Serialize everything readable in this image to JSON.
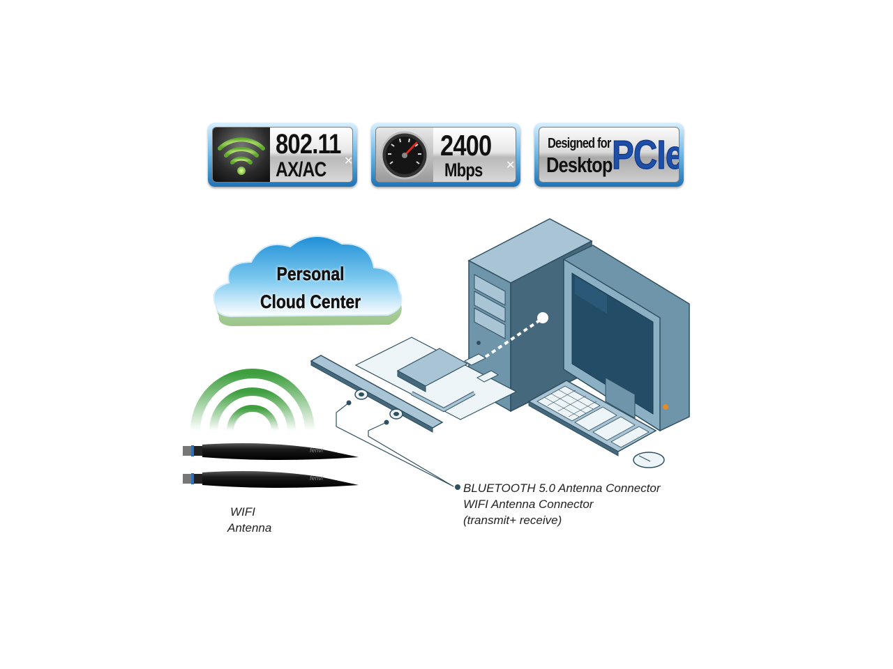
{
  "badges": {
    "wifi": {
      "line1": "802.11",
      "line2": "AX/AC",
      "icon": "wifi-icon"
    },
    "speed": {
      "line1": "2400",
      "line2": "Mbps",
      "icon": "speedometer-icon"
    },
    "pcie": {
      "line1": "Designed for",
      "line2": "Desktop",
      "brand": "PCIe"
    }
  },
  "cloud": {
    "line1": "Personal",
    "line2": "Cloud Center"
  },
  "antenna": {
    "brand": "fenvi",
    "label_line1": "WIFI",
    "label_line2": "Antenna"
  },
  "connector": {
    "line1": "BLUETOOTH 5.0 Antenna Connector",
    "line2": "WIFI Antenna Connector",
    "line3": "(transmit+ receive)"
  },
  "colors": {
    "computer_face": "#6f95ab",
    "computer_side": "#45687c",
    "computer_top": "#a9c5d5",
    "screen": "#234d66",
    "wifi_wave": "#3f9f3f",
    "cloud": "#5fb8e8",
    "badge_frame": "#2e86c8",
    "pcie_blue": "#1e4fa8"
  }
}
